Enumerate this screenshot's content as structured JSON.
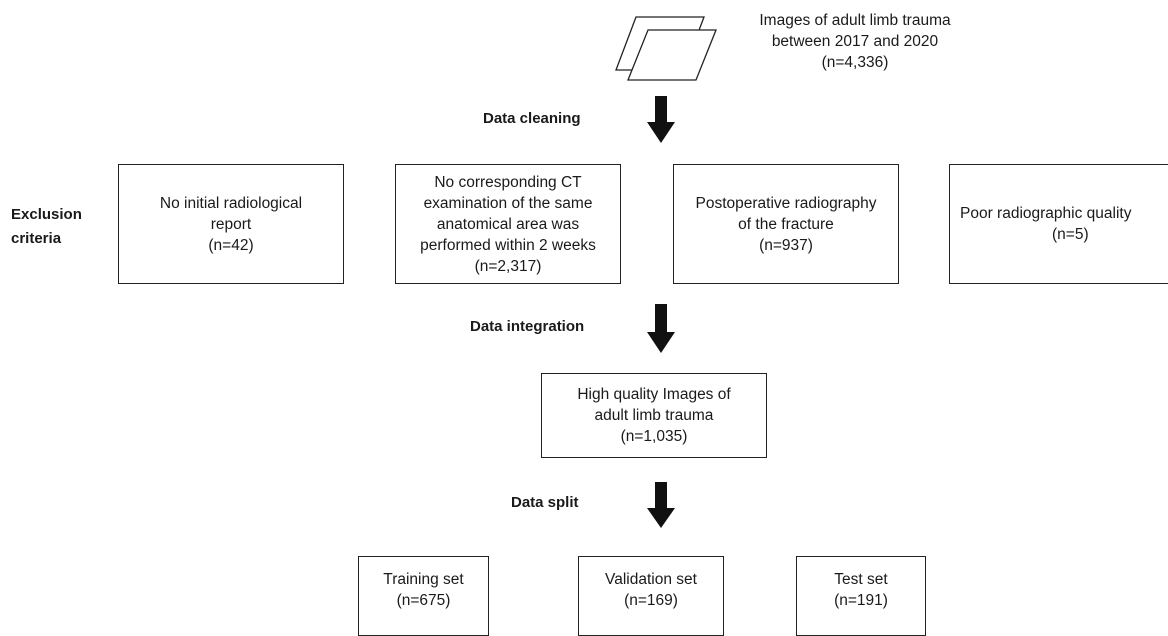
{
  "source": {
    "lines": [
      "Images of adult limb trauma",
      "between 2017 and 2020",
      "(n=4,336)"
    ]
  },
  "steps": {
    "cleaning": "Data cleaning",
    "integration": "Data integration",
    "split": "Data split"
  },
  "exclusion": {
    "label_lines": [
      "Exclusion",
      "criteria"
    ],
    "boxes": [
      {
        "lines": [
          "No initial radiological",
          "report",
          "(n=42)"
        ]
      },
      {
        "lines": [
          "No corresponding CT",
          "examination of the same",
          "anatomical area was",
          "performed within 2 weeks",
          "(n=2,317)"
        ]
      },
      {
        "lines": [
          "Postoperative radiography",
          "of the fracture",
          "(n=937)"
        ]
      },
      {
        "lines": [
          "Poor radiographic quality",
          "(n=5)"
        ]
      }
    ]
  },
  "integrated": {
    "lines": [
      "High quality Images of",
      "adult limb trauma",
      "(n=1,035)"
    ]
  },
  "splits": [
    {
      "lines": [
        "Training set",
        "(n=675)"
      ]
    },
    {
      "lines": [
        "Validation set",
        "(n=169)"
      ]
    },
    {
      "lines": [
        "Test set",
        "(n=191)"
      ]
    }
  ]
}
